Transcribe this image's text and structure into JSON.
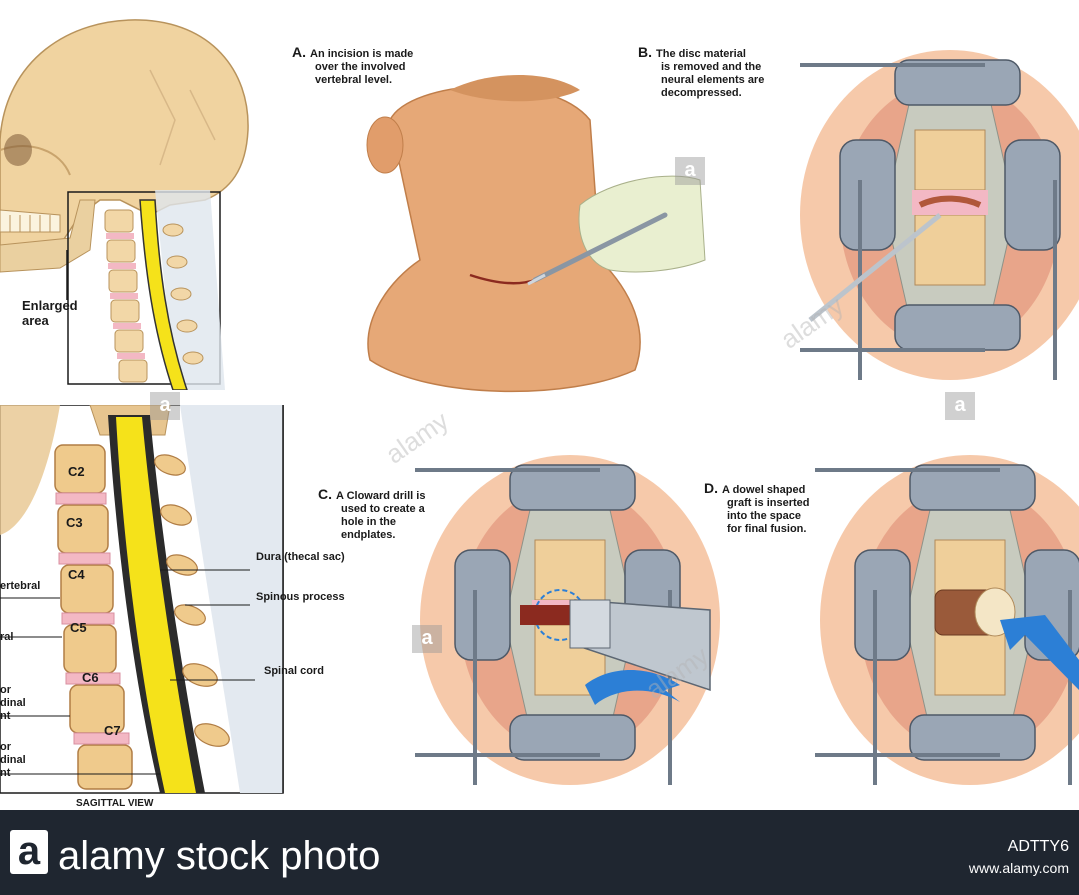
{
  "panels": {
    "a": {
      "letter": "A.",
      "lines": [
        "An incision is made",
        "over the involved",
        "vertebral level."
      ]
    },
    "b": {
      "letter": "B.",
      "lines": [
        "The disc material",
        "is removed and the",
        "neural elements are",
        "decompressed."
      ]
    },
    "c": {
      "letter": "C.",
      "lines": [
        "A Cloward drill is",
        "used to create a",
        "hole in the",
        "endplates."
      ]
    },
    "d": {
      "letter": "D.",
      "lines": [
        "A dowel shaped",
        "graft is inserted",
        "into the space",
        "for final fusion."
      ]
    }
  },
  "enlarged_area": [
    "Enlarged",
    "area"
  ],
  "sagittal": {
    "vertebrae": [
      "C2",
      "C3",
      "C4",
      "C5",
      "C6",
      "C7"
    ],
    "right_labels": {
      "dura": [
        "Dura",
        "(thecal sac)"
      ],
      "spinous": [
        "Spinous",
        "process"
      ],
      "cord": [
        "Spinal",
        "cord"
      ]
    },
    "left_labels": [
      "ertebral",
      "ral",
      "or",
      "dinal",
      "nt",
      "or",
      "dinal",
      "nt"
    ],
    "caption": "SAGITTAL VIEW"
  },
  "watermark": {
    "box_letter": "a",
    "text": "alamy"
  },
  "footer": {
    "logo_letter": "a",
    "brand": "alamy stock photo",
    "image_id": "ADTTY6",
    "url": "www.alamy.com"
  },
  "colors": {
    "footer_bg": "#1f2630",
    "skin": "#e6a877",
    "bone": "#f2d7a7",
    "spinal_cord": "#f5e21a",
    "disc": "#f3b8c4",
    "metal": "#9aa6b5",
    "arrow": "#2c7fd6"
  }
}
